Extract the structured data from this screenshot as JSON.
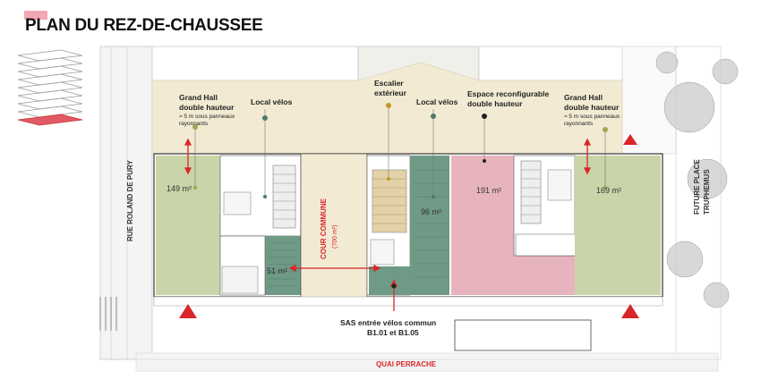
{
  "title": "PLAN DU REZ-DE-CHAUSSEE",
  "colors": {
    "accent": "#f2a7b3",
    "courtyard": "#f2ead2",
    "green": "#c9d4a8",
    "teal": "#6f9a86",
    "pink": "#e7b4bd",
    "arrow": "#d9262a",
    "stair": "#e3d2a8"
  },
  "labels": {
    "grand_hall_left_1": "Grand Hall",
    "grand_hall_left_2": "double hauteur",
    "grand_hall_left_3": "≈ 5 m sous panneaux",
    "grand_hall_left_4": "rayonnants",
    "local_velos_1": "Local vélos",
    "escalier_1": "Escalier",
    "escalier_2": "extérieur",
    "local_velos_2": "Local vélos",
    "espace_1": "Espace reconfigurable",
    "espace_2": "double hauteur",
    "grand_hall_right_1": "Grand Hall",
    "grand_hall_right_2": "double hauteur",
    "grand_hall_right_3": "≈ 5 m sous panneaux",
    "grand_hall_right_4": "rayonnants",
    "cour_1": "COUR COMMUNE",
    "cour_2": "(700 m²)",
    "sas_1": "SAS entrée vélos commun",
    "sas_2": "B1.01 et B1.05"
  },
  "areas": {
    "a149": "149 m²",
    "a51": "51 m²",
    "a96": "96 m²",
    "a191": "191 m²",
    "a169": "169 m²"
  },
  "streets": {
    "west": "RUE ROLAND DE PURY",
    "east_1": "FUTURE PLACE",
    "east_2": "TRUPHEMUS",
    "south": "QUAI PERRACHE"
  }
}
